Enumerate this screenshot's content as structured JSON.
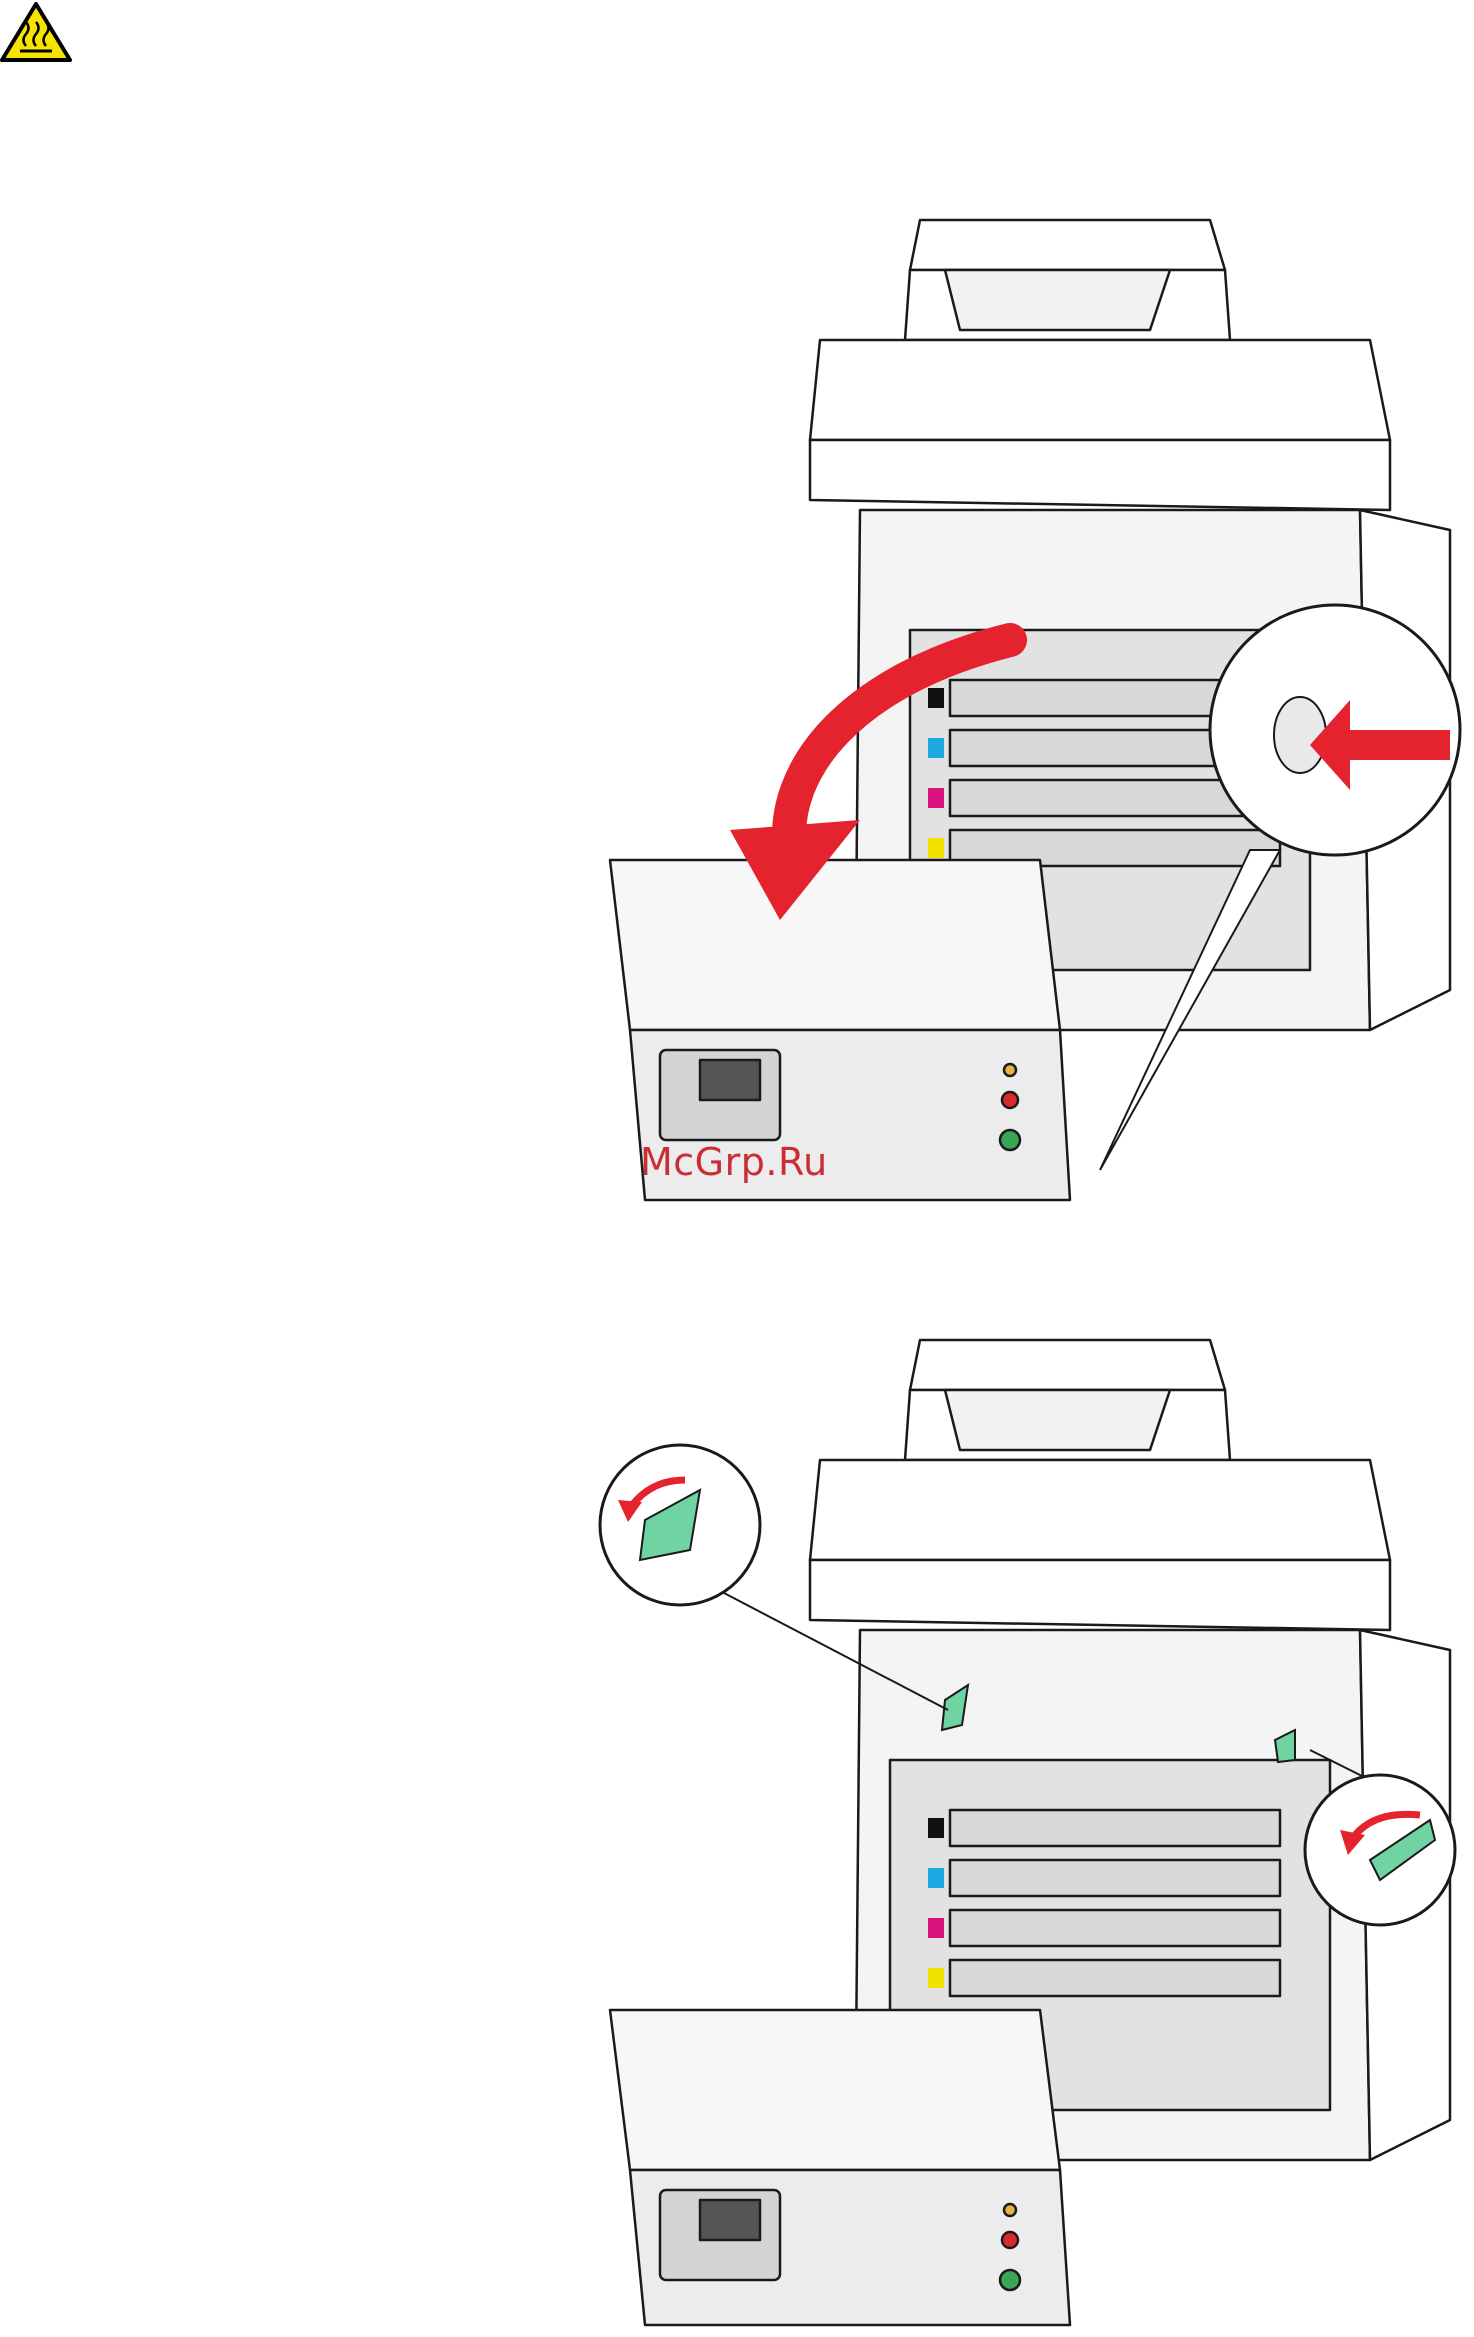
{
  "warning": {
    "icon": "hot-surface-caution-icon",
    "color": "#f5e400"
  },
  "figures": [
    {
      "name": "open-front-door-illustration",
      "callout_icon": "push-button-arrow-icon",
      "arrow_color": "#e5232e"
    },
    {
      "name": "lift-release-levers-illustration",
      "callout_icons": [
        "left-lever-rotate-icon",
        "right-lever-rotate-icon"
      ],
      "lever_color": "#6fd3a2"
    }
  ],
  "watermark": "McGrp.Ru"
}
